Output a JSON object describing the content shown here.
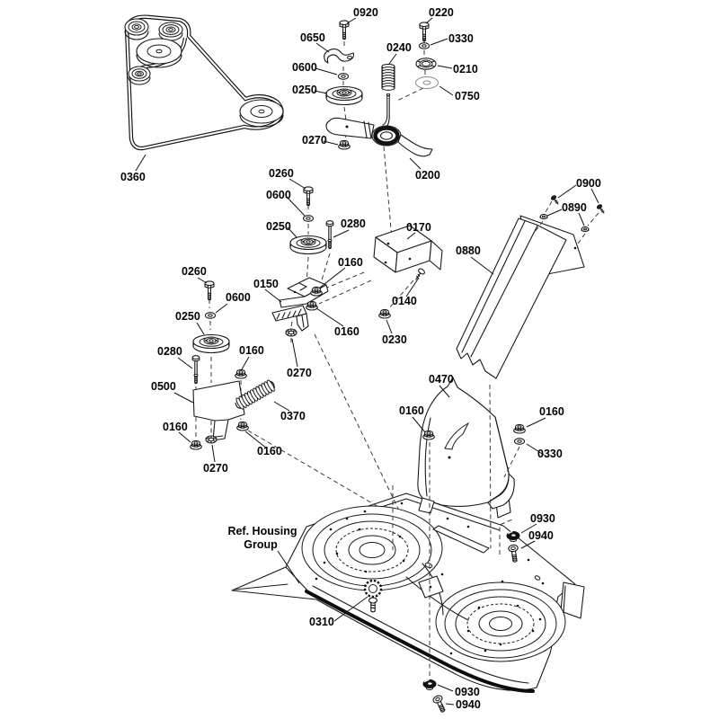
{
  "diagram": {
    "title": "Mower deck housing exploded parts diagram",
    "background_color": "#ffffff",
    "line_color": "#1a1a1a",
    "label_color": "#000000"
  },
  "ref_note": {
    "line1": "Ref. Housing",
    "line2": "Group"
  },
  "part_labels": {
    "p0920": "0920",
    "p0650": "0650",
    "p0600a": "0600",
    "p0250a": "0250",
    "p0270a": "0270",
    "p0360": "0360",
    "p0220": "0220",
    "p0330a": "0330",
    "p0240": "0240",
    "p0210": "0210",
    "p0750": "0750",
    "p0200": "0200",
    "p0260a": "0260",
    "p0600b": "0600",
    "p0250b": "0250",
    "p0280a": "0280",
    "p0170": "0170",
    "p0160a": "0160",
    "p0150": "0150",
    "p0140": "0140",
    "p0160b": "0160",
    "p0230": "0230",
    "p0270b": "0270",
    "p0900": "0900",
    "p0890": "0890",
    "p0880": "0880",
    "p0260b": "0260",
    "p0600c": "0600",
    "p0250c": "0250",
    "p0280b": "0280",
    "p0160c": "0160",
    "p0500": "0500",
    "p0370": "0370",
    "p0160d": "0160",
    "p0160e": "0160",
    "p0270c": "0270",
    "p0470": "0470",
    "p0160f": "0160",
    "p0160g": "0160",
    "p0330b": "0330",
    "p0930a": "0930",
    "p0940a": "0940",
    "p0310": "0310",
    "p0930b": "0930",
    "p0940b": "0940"
  }
}
